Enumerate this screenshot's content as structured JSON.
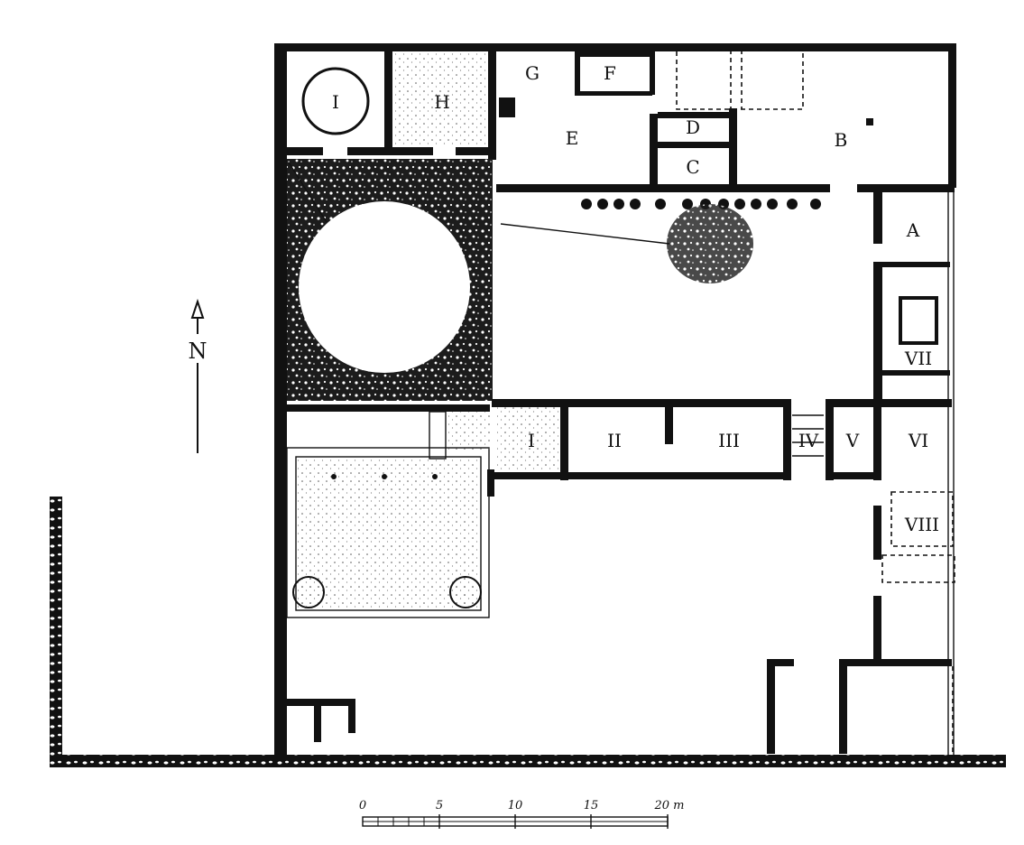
{
  "rooms_upper": {
    "I": "I",
    "H": "H",
    "G": "G",
    "F": "F",
    "E": "E",
    "D": "D",
    "C": "C",
    "B": "B",
    "A": "A"
  },
  "rooms_lower": {
    "I": "I",
    "II": "II",
    "III": "III",
    "IV": "IV",
    "V": "V",
    "VI": "VI",
    "VII": "VII",
    "VIII": "VIII"
  },
  "north": {
    "label": "N"
  },
  "scale": {
    "ticks": [
      "0",
      "5",
      "10",
      "15",
      "20 m"
    ]
  },
  "colors": {
    "ink": "#111111",
    "paper": "#ffffff"
  }
}
